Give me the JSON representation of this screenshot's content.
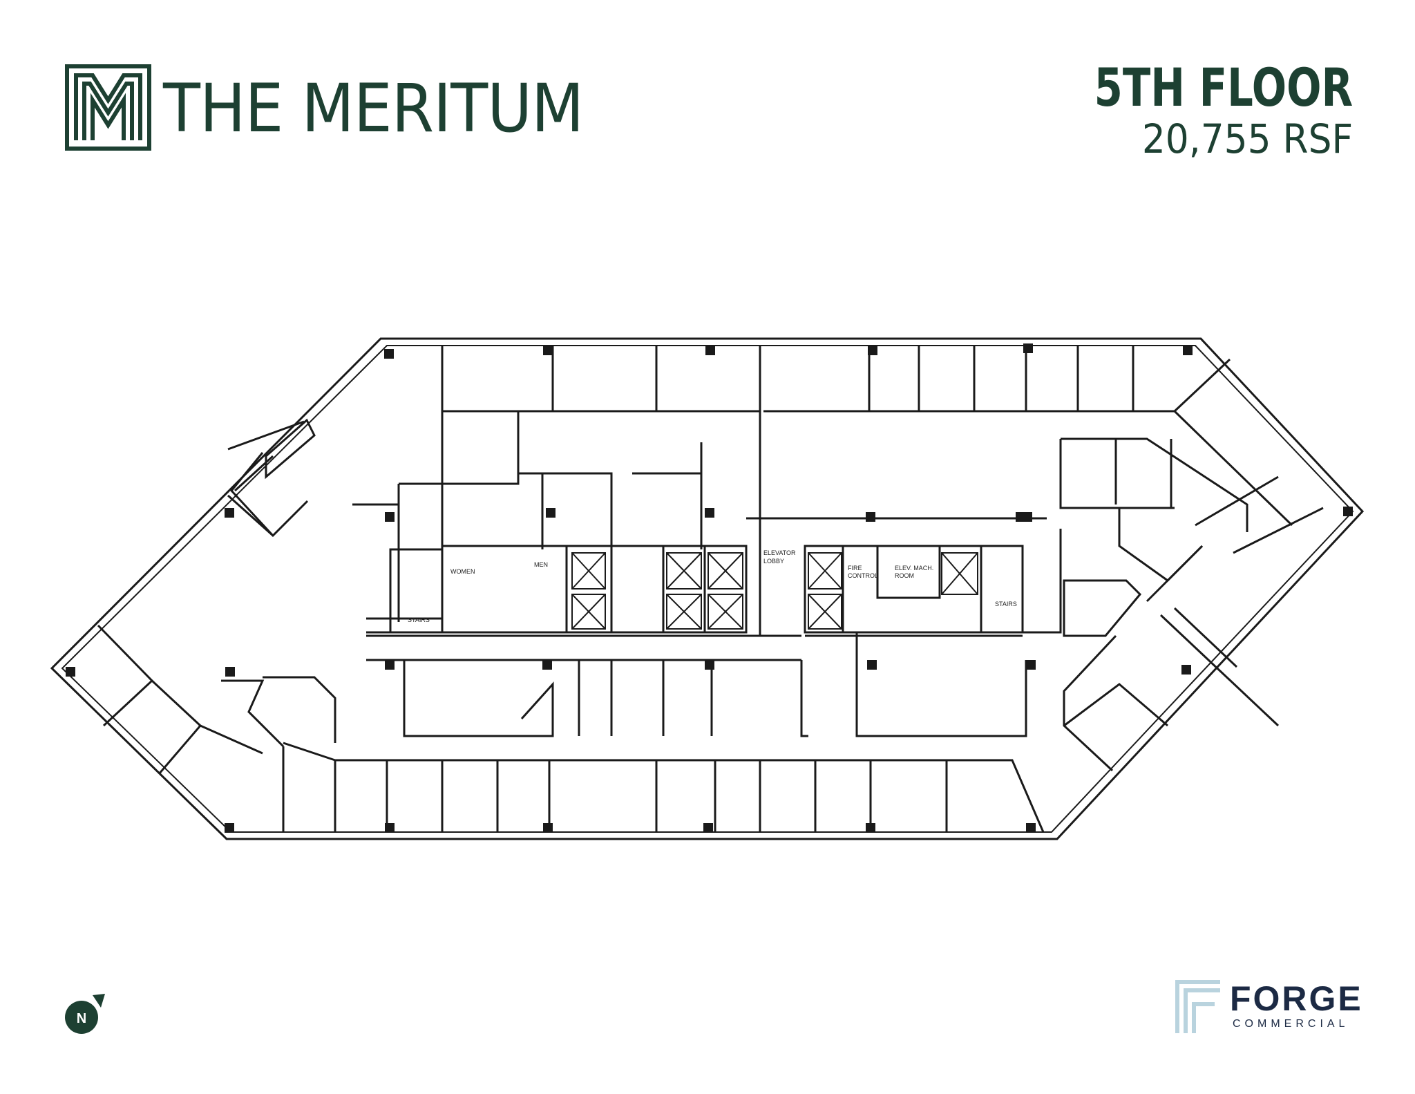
{
  "brand": {
    "name": "THE MERITUM",
    "logo_icon": "meritum-m-logo"
  },
  "floor": {
    "title": "5TH FLOOR",
    "area": "20,755 RSF"
  },
  "plan_labels": {
    "elevator_lobby_1": "ELEVATOR",
    "elevator_lobby_2": "LOBBY",
    "fire_control_1": "FIRE",
    "fire_control_2": "CONTROL",
    "elev_mach_1": "ELEV. MACH.",
    "elev_mach_2": "ROOM",
    "women": "WOMEN",
    "men": "MEN",
    "stairs_west": "STAIRS",
    "stairs_east": "STAIRS"
  },
  "compass": {
    "label": "N",
    "icon": "north-arrow-icon"
  },
  "footer_logo": {
    "name": "FORGE",
    "sub": "COMMERCIAL",
    "icon": "forge-f-logo"
  },
  "colors": {
    "brand_green": "#1d4032",
    "forge_navy": "#1c2a44",
    "forge_light": "#b9d3de",
    "wall": "#1a1a1a"
  }
}
